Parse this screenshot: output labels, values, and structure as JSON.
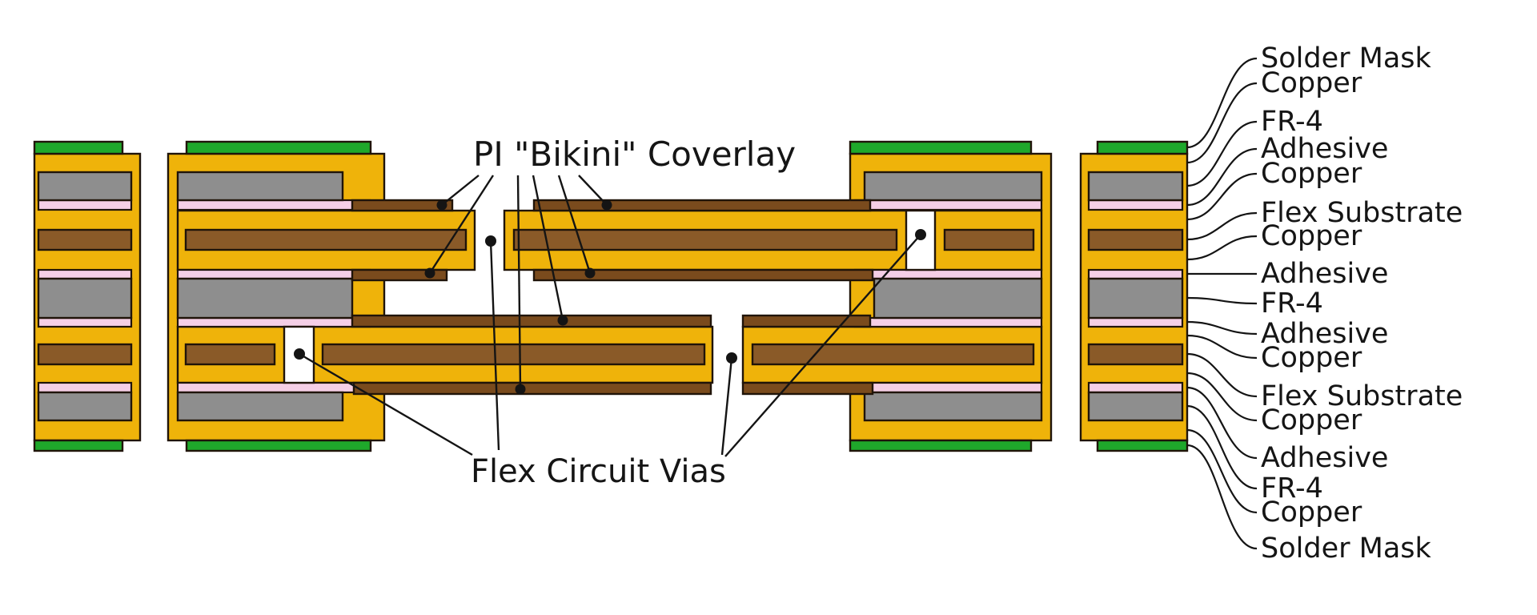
{
  "annotations": {
    "coverlay": "PI \"Bikini\" Coverlay",
    "vias": "Flex Circuit Vias"
  },
  "layers": [
    {
      "label": "Solder Mask"
    },
    {
      "label": "Copper"
    },
    {
      "label": "FR-4"
    },
    {
      "label": "Adhesive"
    },
    {
      "label": "Copper"
    },
    {
      "label": "Flex Substrate"
    },
    {
      "label": "Copper"
    },
    {
      "label": "Adhesive"
    },
    {
      "label": "FR-4"
    },
    {
      "label": "Adhesive"
    },
    {
      "label": "Copper"
    },
    {
      "label": "Flex Substrate"
    },
    {
      "label": "Copper"
    },
    {
      "label": "Adhesive"
    },
    {
      "label": "FR-4"
    },
    {
      "label": "Copper"
    },
    {
      "label": "Solder Mask"
    }
  ],
  "colors": {
    "solder_mask": "#1FA82B",
    "copper": "#EFB30A",
    "fr4": "#8E8E8E",
    "adhesive": "#F5CFE6",
    "flex_substrate": "#8A5A28",
    "coverlay": "#7A4B1D",
    "via_fill": "#FFFFFF",
    "outline": "#201409",
    "leader": "#141414",
    "text": "#151515",
    "background": "#FFFFFF"
  }
}
